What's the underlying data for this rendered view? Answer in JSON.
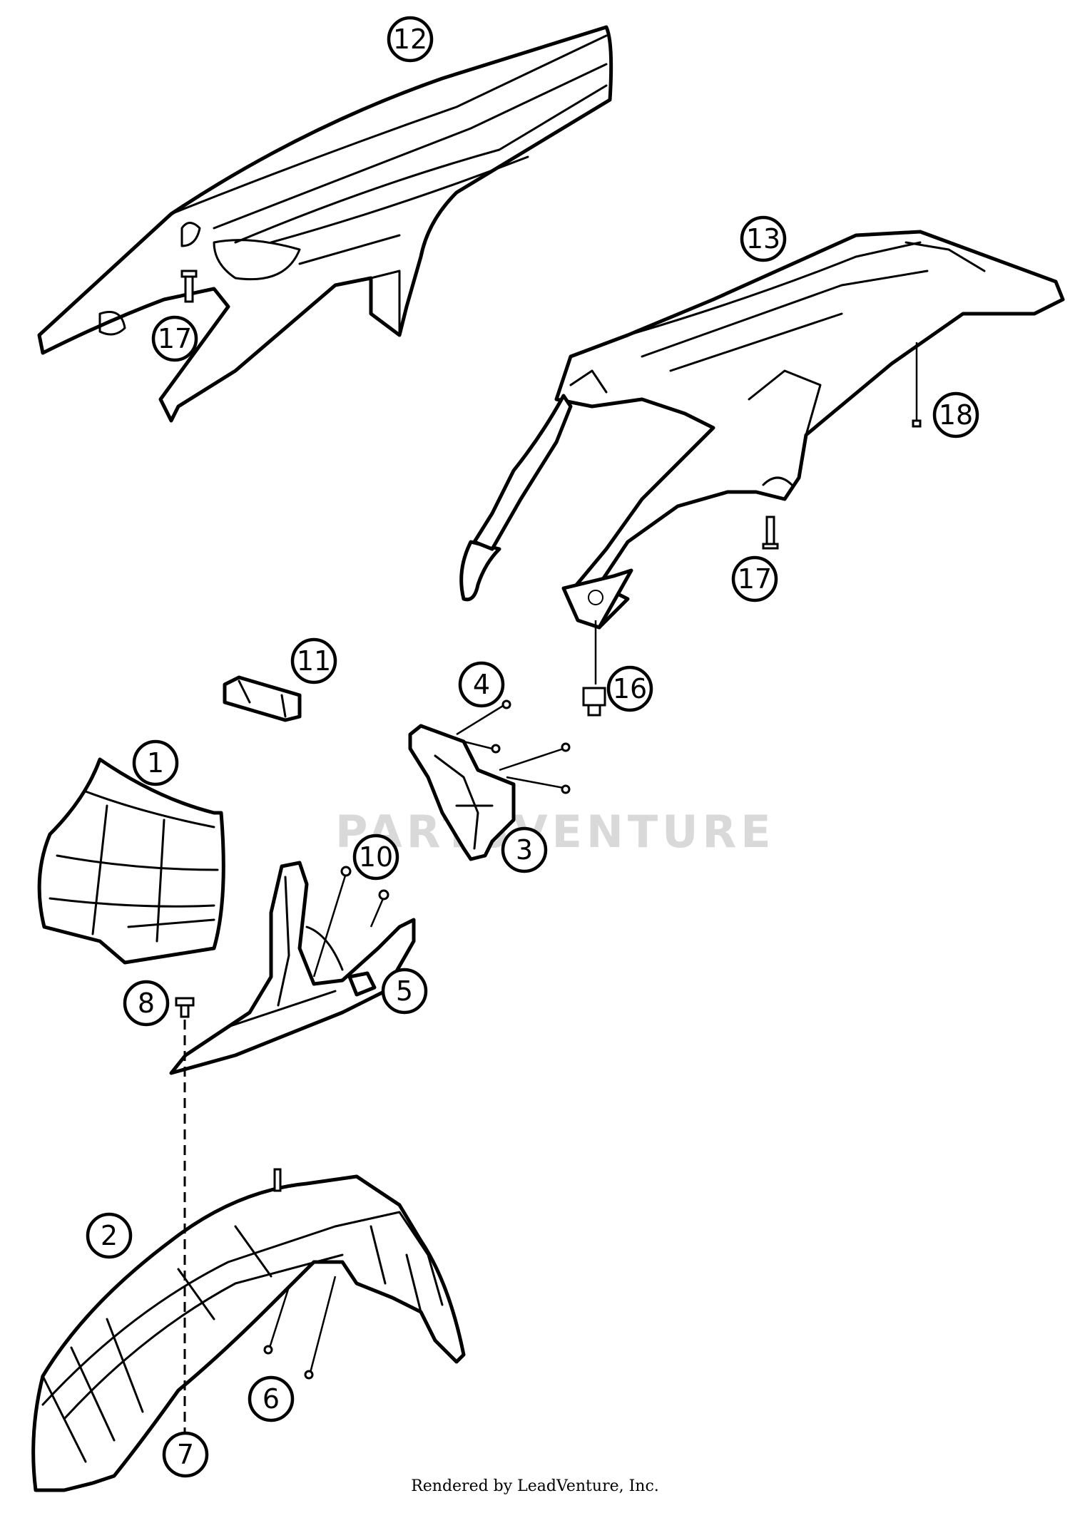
{
  "watermark": "PARTSVENTURE",
  "footer": "Rendered by LeadVenture, Inc.",
  "callouts": [
    {
      "id": "12",
      "label": "12"
    },
    {
      "id": "17a",
      "label": "17"
    },
    {
      "id": "13",
      "label": "13"
    },
    {
      "id": "18",
      "label": "18"
    },
    {
      "id": "17b",
      "label": "17"
    },
    {
      "id": "11",
      "label": "11"
    },
    {
      "id": "4",
      "label": "4"
    },
    {
      "id": "16",
      "label": "16"
    },
    {
      "id": "1",
      "label": "1"
    },
    {
      "id": "3",
      "label": "3"
    },
    {
      "id": "10",
      "label": "10"
    },
    {
      "id": "8",
      "label": "8"
    },
    {
      "id": "5",
      "label": "5"
    },
    {
      "id": "2",
      "label": "2"
    },
    {
      "id": "6",
      "label": "6"
    },
    {
      "id": "7",
      "label": "7"
    }
  ]
}
